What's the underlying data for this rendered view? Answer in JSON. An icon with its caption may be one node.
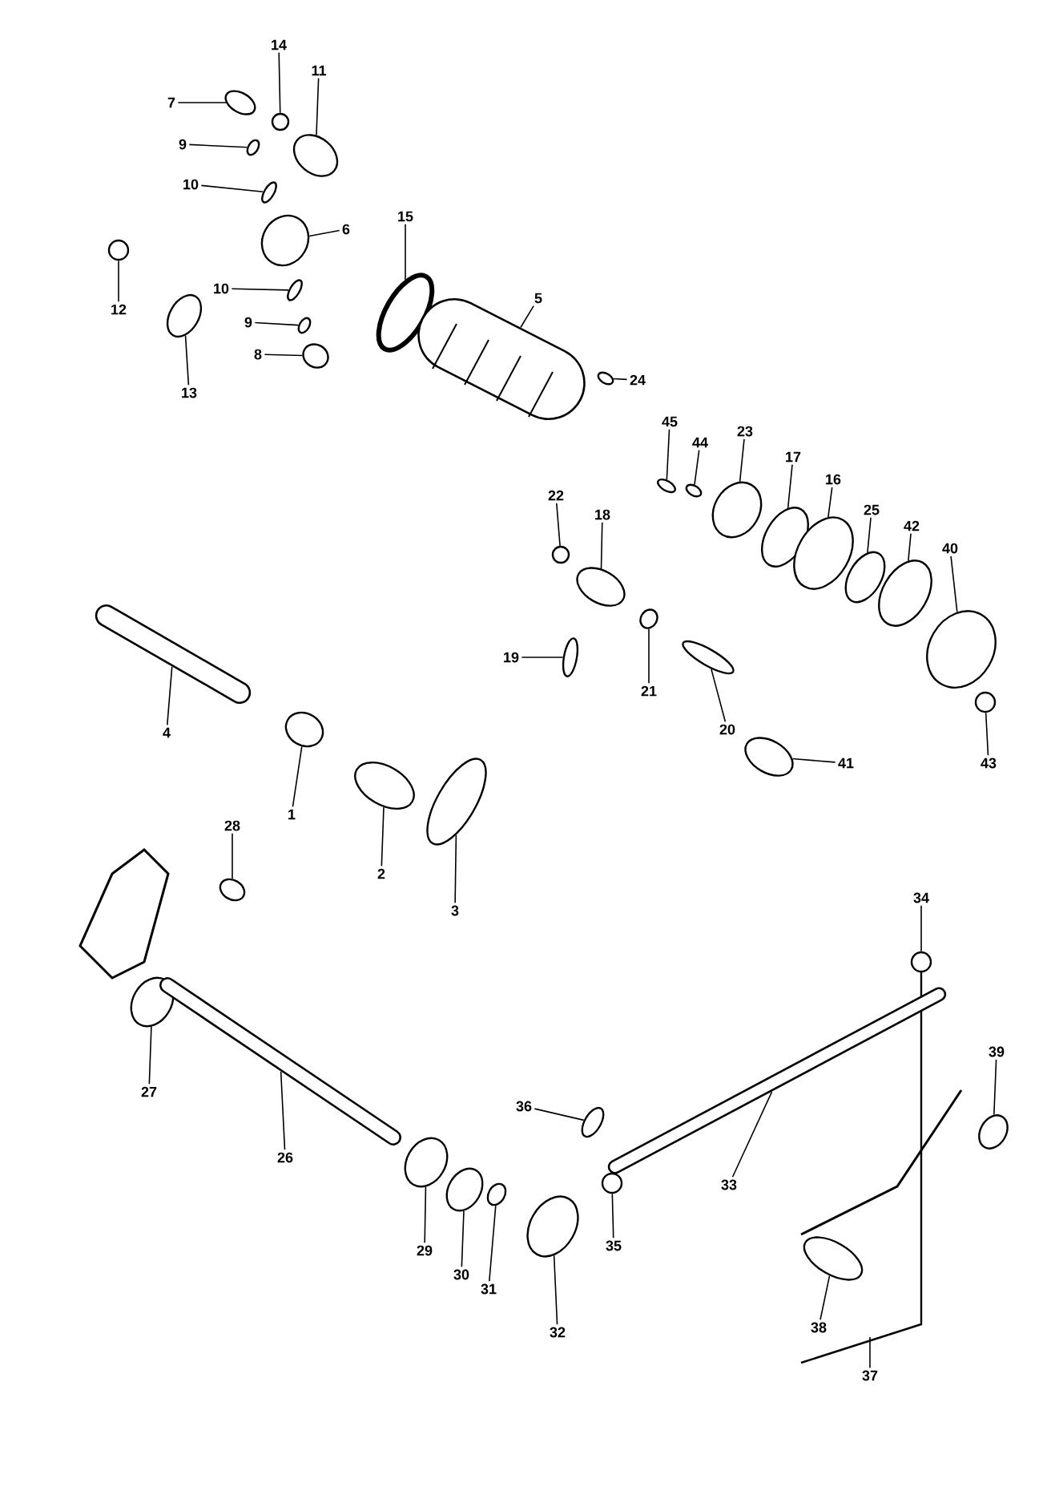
{
  "diagram": {
    "nodes": [
      {
        "text": [
          "14"
        ]
      },
      {
        "text": [
          "11"
        ]
      },
      {
        "text": [
          "7"
        ]
      },
      {
        "text": [
          "9"
        ]
      },
      {
        "text": [
          "10"
        ]
      },
      {
        "text": [
          "6"
        ]
      },
      {
        "text": [
          "12"
        ]
      },
      {
        "text": [
          "10"
        ]
      },
      {
        "text": [
          "9"
        ]
      },
      {
        "text": [
          "8"
        ]
      },
      {
        "text": [
          "13"
        ]
      },
      {
        "text": [
          "15"
        ]
      },
      {
        "text": [
          "5"
        ]
      },
      {
        "text": [
          "24"
        ]
      },
      {
        "text": [
          "45"
        ]
      },
      {
        "text": [
          "44"
        ]
      },
      {
        "text": [
          "23"
        ]
      },
      {
        "text": [
          "17"
        ]
      },
      {
        "text": [
          "16"
        ]
      },
      {
        "text": [
          "25"
        ]
      },
      {
        "text": [
          "42"
        ]
      },
      {
        "text": [
          "40"
        ]
      },
      {
        "text": [
          "22"
        ]
      },
      {
        "text": [
          "18"
        ]
      },
      {
        "text": [
          "19"
        ]
      },
      {
        "text": [
          "21"
        ]
      },
      {
        "text": [
          "20"
        ]
      },
      {
        "text": [
          "41"
        ]
      },
      {
        "text": [
          "43"
        ]
      },
      {
        "text": [
          "4"
        ]
      },
      {
        "text": [
          "1"
        ]
      },
      {
        "text": [
          "2"
        ]
      },
      {
        "text": [
          "3"
        ]
      },
      {
        "text": [
          "28"
        ]
      },
      {
        "text": [
          "34"
        ]
      },
      {
        "text": [
          "27"
        ]
      },
      {
        "text": [
          "26"
        ]
      },
      {
        "text": [
          "39"
        ]
      },
      {
        "text": [
          "36"
        ]
      },
      {
        "text": [
          "33"
        ]
      },
      {
        "text": [
          "29"
        ]
      },
      {
        "text": [
          "35"
        ]
      },
      {
        "text": [
          "30"
        ]
      },
      {
        "text": [
          "31"
        ]
      },
      {
        "text": [
          "32"
        ]
      },
      {
        "text": [
          "38"
        ]
      },
      {
        "text": [
          "37"
        ]
      },
      {
        "text": [],
        "shape": "circle"
      },
      {
        "text": [],
        "shape": "circle"
      },
      {
        "text": [],
        "shape": "circle"
      },
      {
        "text": [],
        "shape": "circle"
      },
      {
        "text": [],
        "shape": "circle"
      },
      {
        "text": [],
        "shape": "circle"
      },
      {
        "text": [],
        "shape": "circle"
      },
      {
        "text": [],
        "shape": "circle"
      },
      {
        "text": [],
        "shape": "circle"
      },
      {
        "text": [],
        "shape": "circle"
      },
      {
        "text": [],
        "shape": "circle"
      },
      {
        "text": [],
        "shape": "circle"
      },
      {
        "text": [],
        "shape": "bar"
      },
      {
        "text": [],
        "shape": "circle"
      },
      {
        "text": [],
        "shape": "circle"
      },
      {
        "text": [],
        "shape": "circle"
      },
      {
        "text": [],
        "shape": "circle"
      },
      {
        "text": [],
        "shape": "circle"
      },
      {
        "text": [],
        "shape": "circle"
      },
      {
        "text": [],
        "shape": "circle"
      },
      {
        "text": [],
        "shape": "circle"
      },
      {
        "text": [],
        "shape": "circle"
      },
      {
        "text": [],
        "shape": "circle"
      },
      {
        "text": [],
        "shape": "circle"
      },
      {
        "text": [],
        "shape": "circle"
      },
      {
        "text": [],
        "shape": "circle"
      },
      {
        "text": [],
        "shape": "circle"
      },
      {
        "text": [],
        "shape": "circle"
      },
      {
        "text": [],
        "shape": "circle"
      },
      {
        "text": [],
        "shape": "bar"
      },
      {
        "text": [],
        "shape": "circle"
      },
      {
        "text": [],
        "shape": "circle"
      },
      {
        "text": [],
        "shape": "circle"
      },
      {
        "text": [],
        "shape": "circle"
      },
      {
        "text": [],
        "shape": "circle"
      },
      {
        "text": [],
        "shape": "circle"
      },
      {
        "text": [],
        "shape": "bar"
      },
      {
        "text": [],
        "shape": "circle"
      },
      {
        "text": [],
        "shape": "circle"
      },
      {
        "text": [],
        "shape": "bar"
      },
      {
        "text": [],
        "shape": "circle"
      },
      {
        "text": [],
        "shape": "circle"
      },
      {
        "text": [],
        "shape": "circle"
      },
      {
        "text": [],
        "shape": "circle"
      },
      {
        "text": [],
        "shape": "circle"
      },
      {
        "text": [],
        "shape": "circle"
      }
    ],
    "edges": [
      {
        "from": 0,
        "to": 47,
        "arrow": "none"
      },
      {
        "from": 1,
        "to": 48,
        "arrow": "none"
      },
      {
        "from": 2,
        "to": 49,
        "arrow": "none"
      },
      {
        "from": 3,
        "to": 50,
        "arrow": "none"
      },
      {
        "from": 4,
        "to": 51,
        "arrow": "none"
      },
      {
        "from": 5,
        "to": 52,
        "arrow": "none"
      },
      {
        "from": 6,
        "to": 53,
        "arrow": "none"
      },
      {
        "from": 7,
        "to": 54,
        "arrow": "none"
      },
      {
        "from": 8,
        "to": 55,
        "arrow": "none"
      },
      {
        "from": 9,
        "to": 56,
        "arrow": "none"
      },
      {
        "from": 10,
        "to": 57,
        "arrow": "none"
      },
      {
        "from": 11,
        "to": 58,
        "arrow": "none"
      },
      {
        "from": 12,
        "to": 59,
        "arrow": "none"
      },
      {
        "from": 13,
        "to": 60,
        "arrow": "none"
      },
      {
        "from": 14,
        "to": 61,
        "arrow": "none"
      },
      {
        "from": 15,
        "to": 62,
        "arrow": "none"
      },
      {
        "from": 16,
        "to": 63,
        "arrow": "none"
      },
      {
        "from": 17,
        "to": 64,
        "arrow": "none"
      },
      {
        "from": 18,
        "to": 65,
        "arrow": "none"
      },
      {
        "from": 19,
        "to": 66,
        "arrow": "none"
      },
      {
        "from": 20,
        "to": 67,
        "arrow": "none"
      },
      {
        "from": 21,
        "to": 68,
        "arrow": "none"
      },
      {
        "from": 22,
        "to": 69,
        "arrow": "none"
      },
      {
        "from": 23,
        "to": 70,
        "arrow": "none"
      },
      {
        "from": 24,
        "to": 71,
        "arrow": "none"
      },
      {
        "from": 25,
        "to": 72,
        "arrow": "none"
      },
      {
        "from": 26,
        "to": 73,
        "arrow": "none"
      },
      {
        "from": 27,
        "to": 74,
        "arrow": "none"
      },
      {
        "from": 28,
        "to": 75,
        "arrow": "none"
      },
      {
        "from": 29,
        "to": 76,
        "arrow": "none"
      },
      {
        "from": 30,
        "to": 77,
        "arrow": "none"
      },
      {
        "from": 31,
        "to": 78,
        "arrow": "none"
      },
      {
        "from": 32,
        "to": 79,
        "arrow": "none"
      },
      {
        "from": 33,
        "to": 80,
        "arrow": "none"
      },
      {
        "from": 34,
        "to": 81,
        "arrow": "none"
      },
      {
        "from": 35,
        "to": 82,
        "arrow": "none"
      },
      {
        "from": 36,
        "to": 83,
        "arrow": "none"
      },
      {
        "from": 37,
        "to": 84,
        "arrow": "none"
      },
      {
        "from": 38,
        "to": 85,
        "arrow": "none"
      },
      {
        "from": 39,
        "to": 86,
        "arrow": "none"
      },
      {
        "from": 40,
        "to": 87,
        "arrow": "none"
      },
      {
        "from": 41,
        "to": 88,
        "arrow": "none"
      },
      {
        "from": 42,
        "to": 89,
        "arrow": "none"
      },
      {
        "from": 43,
        "to": 90,
        "arrow": "none"
      },
      {
        "from": 44,
        "to": 91,
        "arrow": "none"
      },
      {
        "from": 45,
        "to": 92,
        "arrow": "none"
      },
      {
        "from": 46,
        "to": null,
        "arrow": "none"
      }
    ]
  }
}
